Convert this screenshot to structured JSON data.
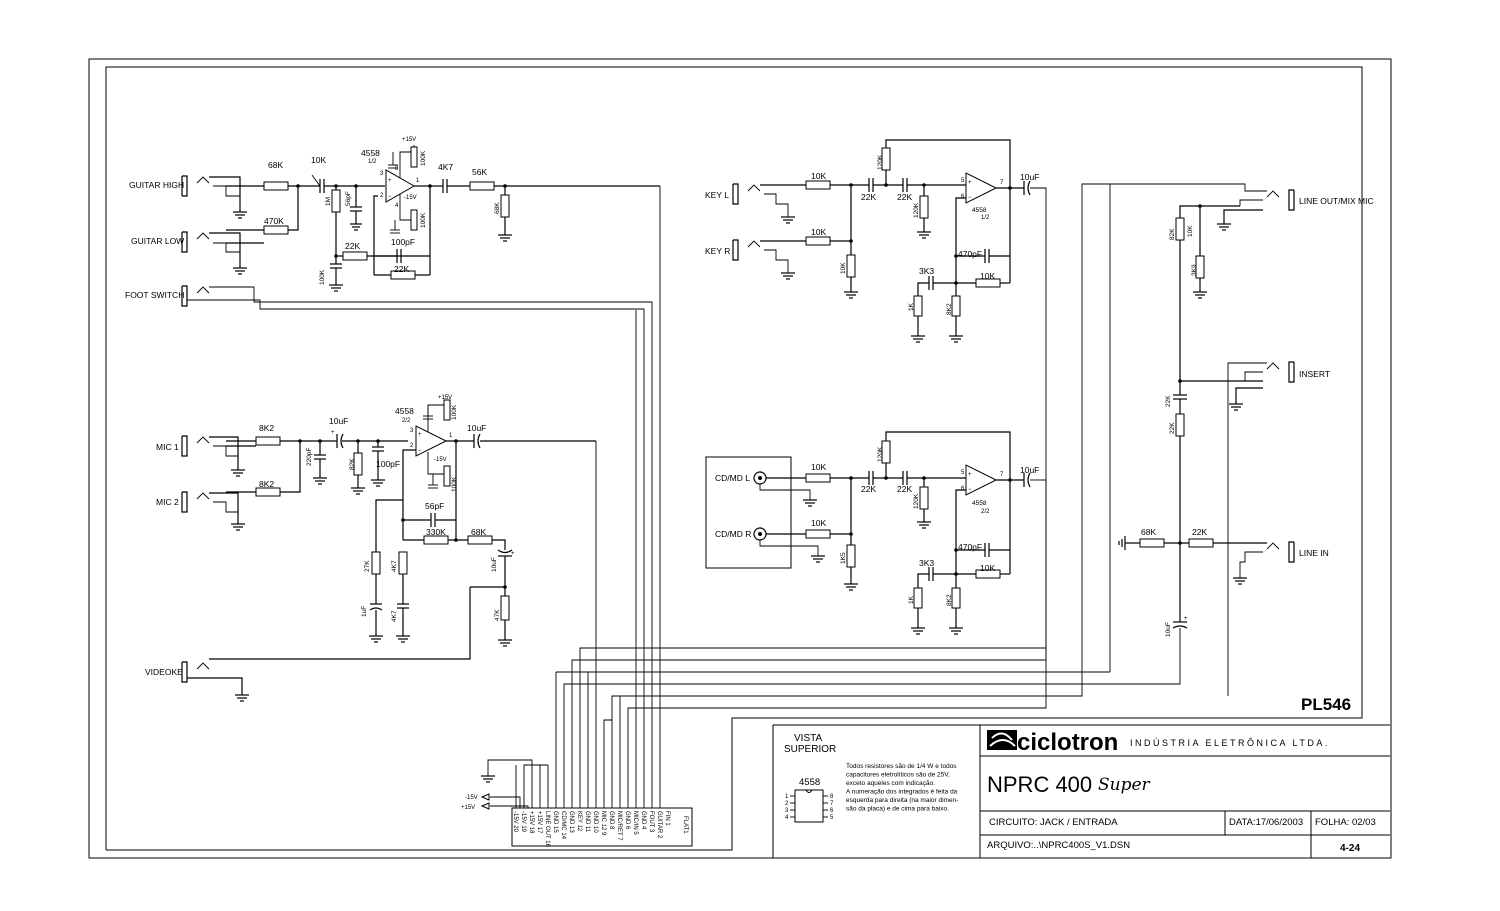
{
  "jacks": {
    "guitar_high": "GUITAR HIGH",
    "guitar_low": "GUITAR LOW",
    "foot_switch": "FOOT SWITCH",
    "mic1": "MIC 1",
    "mic2": "MIC 2",
    "videoke": "VIDEOKE",
    "key_l": "KEY L",
    "key_r": "KEY R",
    "cdmd_l": "CD/MD L",
    "cdmd_r": "CD/MD R",
    "line_out": "LINE OUT/MIX MIC",
    "insert": "INSERT",
    "line_in": "LINE IN"
  },
  "components": {
    "r68k_a": "68K",
    "r470k": "470K",
    "c10k_a": "10K",
    "ic_a": "4558",
    "ic_a_half": "1/2",
    "p15v_a": "+15V",
    "r100k_a": "100K",
    "r1m": "1M",
    "c56pf_a": "56pF",
    "n15v_a": "-15V",
    "r100k_b": "100K",
    "c4k7": "4K7",
    "r56k": "56K",
    "r68k_b": "68K",
    "r22k_a": "22K",
    "c100pf_a": "100pF",
    "r22k_b": "22K",
    "r100k_c": "100K",
    "r8k2_a": "8K2",
    "r8k2_b": "8K2",
    "c10uf_a": "10uF",
    "c220pf": "220pF",
    "r82k": "82K",
    "c100pf_b": "100pF",
    "ic_b": "4558",
    "ic_b_half": "2/2",
    "p15v_b": "+15V",
    "r100k_d": "100K",
    "n15v_b": "-15V",
    "r100k_e": "100K",
    "c10uf_b": "10uF",
    "c56pf_b": "56pF",
    "r330k": "330K",
    "r68k_c": "68K",
    "c10uf_c": "10uF",
    "r27k": "27K",
    "r4k7": "4K7",
    "c1uf": "1uF",
    "c4k7_b": "4K7",
    "r47k": "47K",
    "r10k_kl": "10K",
    "r10k_kr": "10K",
    "r120k_a": "120K",
    "c22k_a": "22K",
    "c22k_b": "22K",
    "r120k_b": "120K",
    "r10k_c": "10K",
    "ic_c": "4558",
    "ic_c_half": "1/2",
    "c10uf_d": "10uF",
    "c470pf_a": "470pF",
    "r10k_d": "10K",
    "c3k3_a": "3K3",
    "r1k_a": "1K",
    "r8k2_c": "8K2",
    "r10k_cl": "10K",
    "r10k_cr": "10K",
    "r120k_c": "120K",
    "c22k_c": "22K",
    "c22k_d": "22K",
    "r120k_d": "120K",
    "r1k5": "1K5",
    "ic_d": "4558",
    "ic_d_half": "2/2",
    "c10uf_e": "10uF",
    "c470pf_b": "470pF",
    "r10k_e": "10K",
    "c3k3_b": "3K3",
    "r1k_b": "1K",
    "r8k2_d": "8K2",
    "r82k_b": "82K",
    "r10k_f": "10K",
    "r3k9": "3K9",
    "c22k_e": "22K",
    "r22k_c": "22K",
    "r68k_d": "68K",
    "r22k_d": "22K",
    "c10uf_f": "10uF"
  },
  "pins": {
    "p1": "1",
    "p2": "2",
    "p3": "3",
    "p4": "4",
    "p5": "5",
    "p6": "6",
    "p7": "7",
    "p8": "8"
  },
  "connector": {
    "name": "FLAT1",
    "pins": [
      "-15V 20",
      "-15V 19",
      "+15V 18",
      "+15V 17",
      "LINE OUT 16",
      "GND 15",
      "CD/MC 14",
      "GND 13",
      "KEY 12",
      "GND 11",
      "GND 10",
      "MIC 12 9",
      "GND 8",
      "MIC/RET 7",
      "GND 6",
      "MIC/IN 5",
      "GND 4",
      "FOUT 3",
      "GUITAR 2",
      "FIN 1"
    ],
    "neg_supply": "-15V",
    "pos_supply": "+15V"
  },
  "board_id": "PL546",
  "title_block": {
    "view_title_1": "VISTA",
    "view_title_2": "SUPERIOR",
    "ic_label": "4558",
    "notes": [
      "Todos resistores são de 1/4 W e todos",
      "capacitores eletrolíticos são de 25V,",
      "exceto aqueles com indicação.",
      "A numeração dos integrados é feita da",
      "esquerda para direita  (na maior dimen-",
      "são da placa) e  de  cima  para baixo."
    ],
    "company": "ciclotron",
    "company_sub": "INDÚSTRIA ELETRÔNICA LTDA.",
    "model": "NPRC 400",
    "model_script": "Super",
    "circuit": "CIRCUITO:  JACK / ENTRADA",
    "date": "DATA:17/06/2003",
    "sheet": "FOLHA:  02/03",
    "file": "ARQUIVO:..\\NPRC400S_V1.DSN",
    "page": "4-24"
  }
}
